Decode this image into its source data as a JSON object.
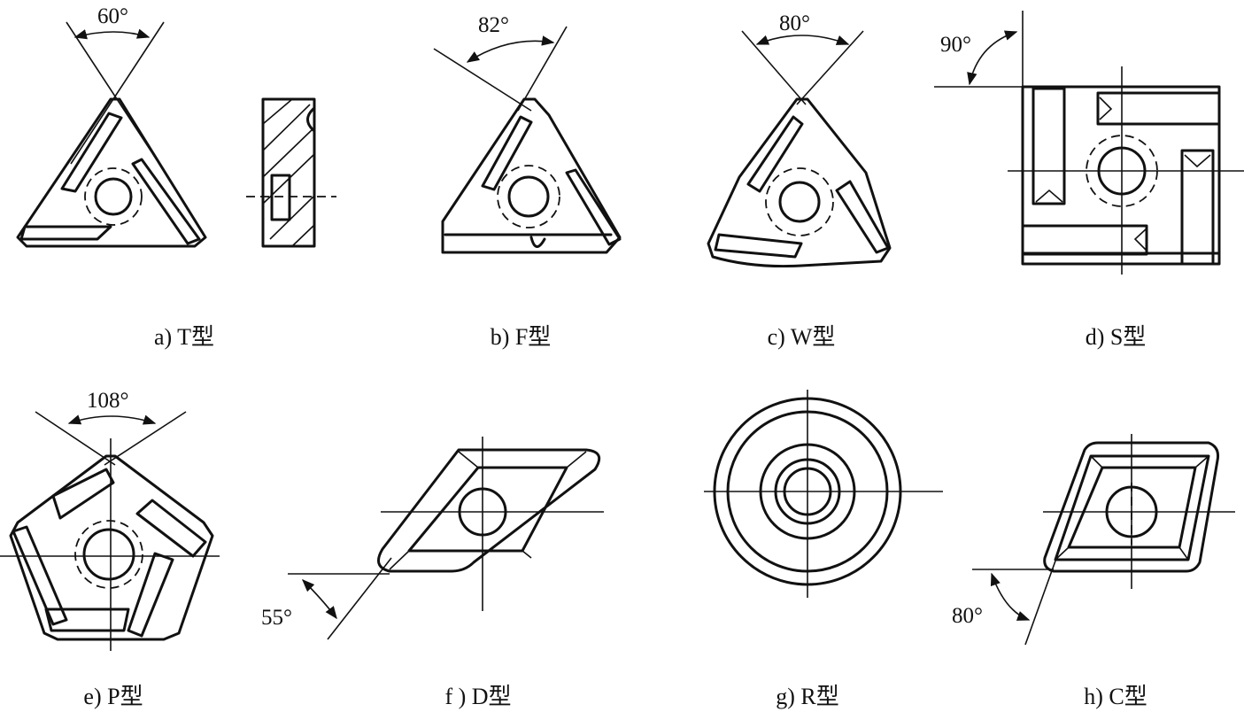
{
  "captions": {
    "a": "a) T型",
    "b": "b) F型",
    "c": "c) W型",
    "d": "d) S型",
    "e": "e) P型",
    "f": "f ) D型",
    "g": "g) R型",
    "h": "h) C型"
  },
  "angles": {
    "a": "60°",
    "b": "82°",
    "c": "80°",
    "d": "90°",
    "e": "108°",
    "f": "55°",
    "h": "80°"
  }
}
